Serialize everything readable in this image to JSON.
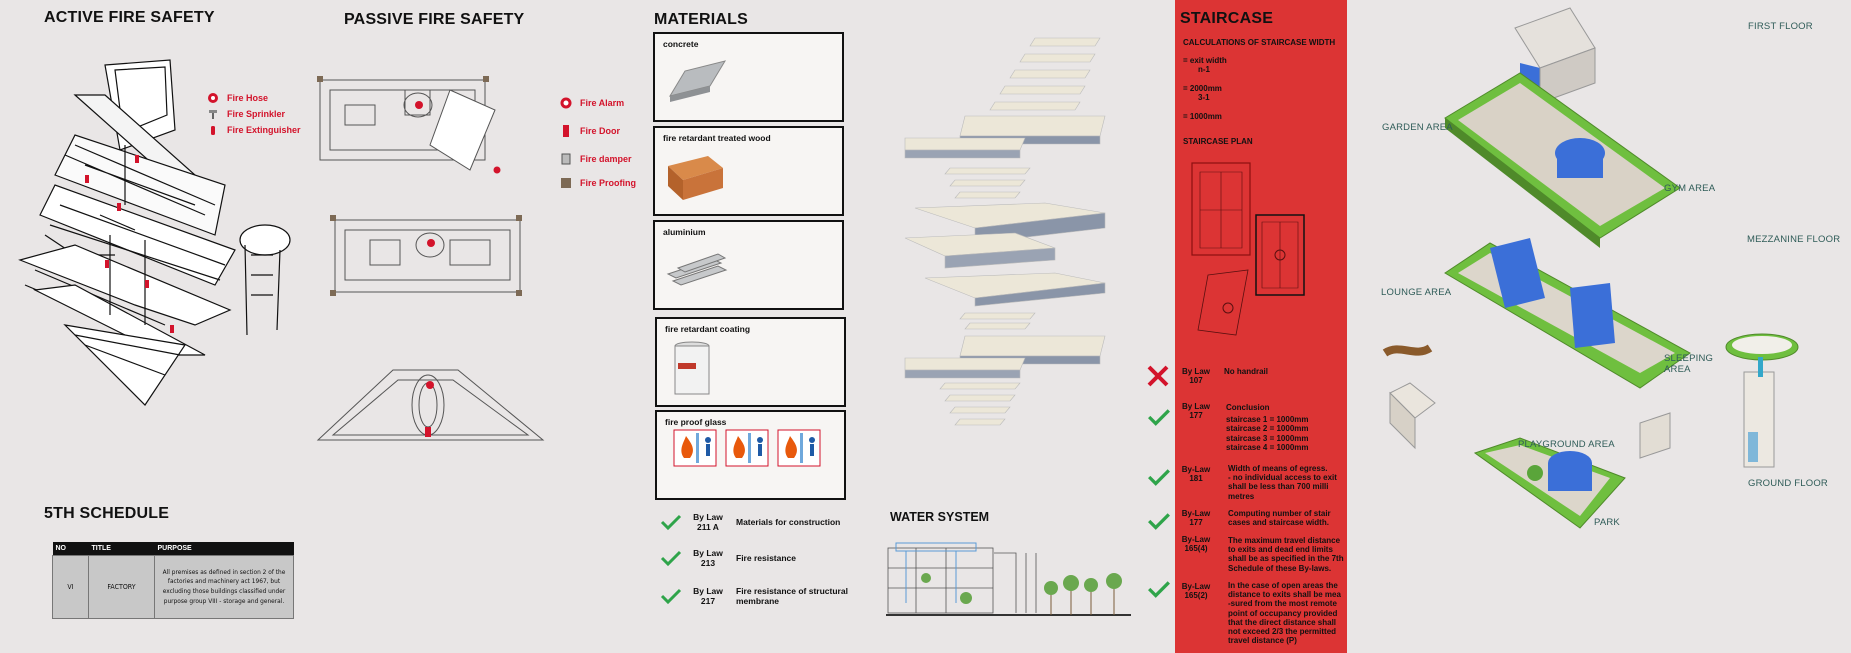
{
  "sections": {
    "active_fire_safety": "ACTIVE FIRE SAFETY",
    "passive_fire_safety": "PASSIVE FIRE SAFETY",
    "materials": "MATERIALS",
    "staircase": "STAIRCASE",
    "fifth_schedule": "5TH SCHEDULE",
    "water_system": "WATER SYSTEM"
  },
  "active_legend": [
    "Fire Hose",
    "Fire Sprinkler",
    "Fire Extinguisher"
  ],
  "passive_legend": [
    "Fire Alarm",
    "Fire Door",
    "Fire damper",
    "Fire Proofing"
  ],
  "materials": [
    "concrete",
    "fire retardant treated wood",
    "aluminium",
    "fire retardant coating",
    "fire proof glass"
  ],
  "material_bylaws": [
    {
      "law": "By Law",
      "num": "211 A",
      "desc": "Materials for construction"
    },
    {
      "law": "By Law",
      "num": "213",
      "desc": "Fire resistance"
    },
    {
      "law": "By Law",
      "num": "217",
      "desc": "Fire resistance of structural",
      "desc2": "membrane"
    }
  ],
  "staircase": {
    "calc_title": "CALCULATIONS OF STAIRCASE WIDTH",
    "calc_line1": "= exit width",
    "calc_line1b": "n-1",
    "calc_line2": "= 2000mm",
    "calc_line2b": "3-1",
    "calc_line3": "= 1000mm",
    "plan_title": "STAIRCASE PLAN",
    "bylaws": [
      {
        "law": "By Law",
        "num": "107",
        "lines": [
          "No handrail"
        ]
      },
      {
        "law": "By Law",
        "num": "177",
        "lines": [
          "Conclusion",
          "staircase 1 = 1000mm",
          "staircase 2 = 1000mm",
          "staircase 3 = 1000mm",
          "staircase 4 = 1000mm"
        ]
      },
      {
        "law": "By-Law",
        "num": "181",
        "lines": [
          "Width of means of egress.",
          "- no individual access to exit",
          "shall be less than 700 milli",
          "metres"
        ]
      },
      {
        "law": "By-Law",
        "num": "177",
        "lines": [
          "Computing number of stair",
          "cases and staircase width."
        ]
      },
      {
        "law": "By-Law",
        "num": "165(4)",
        "lines": [
          "The maximum travel distance",
          "to exits and dead end limits",
          "shall be as specified in the 7th",
          "Schedule of these By-laws."
        ]
      },
      {
        "law": "By-Law",
        "num": "165(2)",
        "lines": [
          "In the case of open areas the",
          "distance to exits shall be mea",
          "-sured from the most remote",
          "point of occupancy provided",
          "that the direct distance shall",
          "not exceed 2/3 the permitted",
          "travel distance (P)"
        ]
      }
    ]
  },
  "schedule": {
    "headers": [
      "NO",
      "TITLE",
      "PURPOSE"
    ],
    "row": {
      "no": "VI",
      "title": "FACTORY",
      "purpose": "All premises as defined in section 2 of the factories and machinery act 1967, but excluding those buildings classified under purpose group VIII - storage and general."
    }
  },
  "areas": {
    "garden": "GARDEN AREA",
    "gym": "GYM AREA",
    "lounge": "LOUNGE AREA",
    "sleeping": "SLEEPING",
    "sleeping2": "AREA",
    "playground": "PLAYGROUND AREA",
    "park": "PARK",
    "first_floor": "FIRST FLOOR",
    "mezzanine": "MEZZANINE FLOOR",
    "ground_floor": "GROUND  FLOOR"
  },
  "colors": {
    "accent_red": "#dc3434",
    "legend_red": "#d3132b",
    "check_green": "#2fa44a",
    "area_text": "#2f5c58"
  }
}
